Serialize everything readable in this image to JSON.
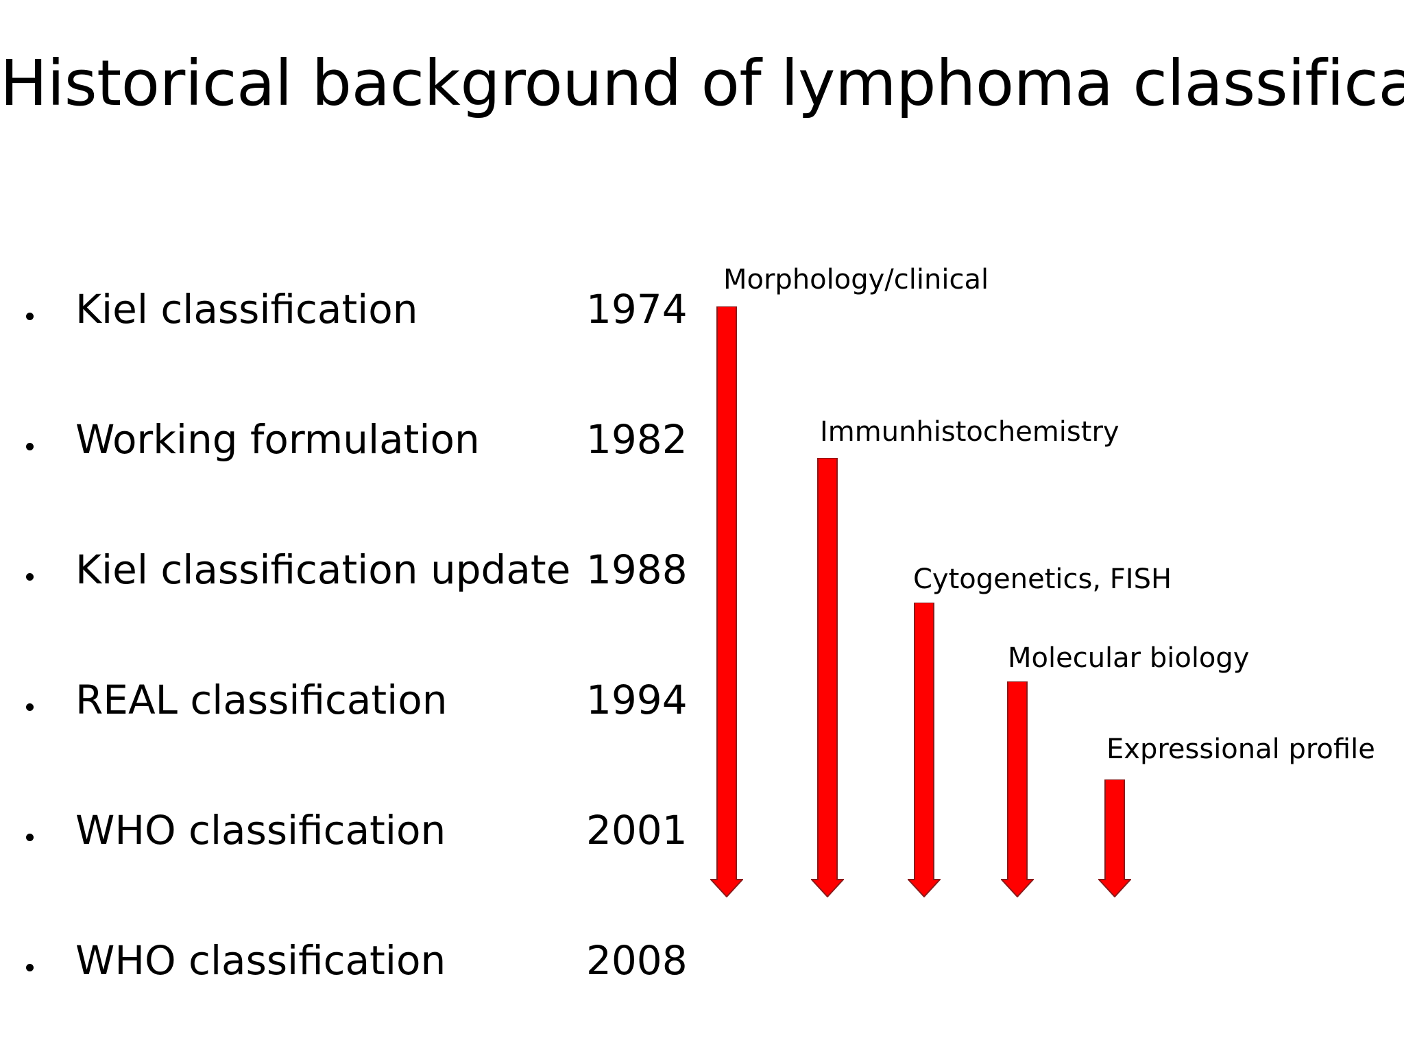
{
  "slide": {
    "title": "Historical background of lymphoma classification",
    "background_color": "#FFFFFF",
    "text_color": "#000000"
  },
  "timeline_list": {
    "bullet_glyph": "•",
    "rows": [
      {
        "label": "Kiel classification",
        "year": "1974"
      },
      {
        "label": "Working formulation",
        "year": "1982"
      },
      {
        "label": "Kiel classification update",
        "year": "1988"
      },
      {
        "label": "REAL classification",
        "year": "1994"
      },
      {
        "label": "WHO classification",
        "year": "2001"
      },
      {
        "label": "WHO classification",
        "year": "2008"
      }
    ]
  },
  "arrow_diagram": {
    "arrow_fill_color": "#FF0000",
    "arrow_stroke_color": "#8B1A1A",
    "arrows": [
      {
        "label": "Morphology/clinical",
        "start_year": "1974"
      },
      {
        "label": "Immunhistochemistry",
        "start_year": "1982"
      },
      {
        "label": "Cytogenetics, FISH",
        "start_year": "1988"
      },
      {
        "label": "Molecular biology",
        "start_year": "1994"
      },
      {
        "label": "Expressional profile",
        "start_year": "2001"
      }
    ]
  },
  "chart_data": {
    "type": "bar",
    "title": "Historical background of lymphoma classification",
    "xlabel": "",
    "ylabel": "",
    "categories": [
      "Morphology/clinical",
      "Immunhistochemistry",
      "Cytogenetics, FISH",
      "Molecular biology",
      "Expressional profile"
    ],
    "values": [
      1974,
      1982,
      1988,
      1994,
      2001
    ],
    "ylim": [
      1974,
      2008
    ],
    "grid": false,
    "legend": "none",
    "annotations": [
      "Kiel classification 1974",
      "Working formulation 1982",
      "Kiel classification update 1988",
      "REAL classification 1994",
      "WHO classification 2001",
      "WHO classification 2008"
    ]
  }
}
